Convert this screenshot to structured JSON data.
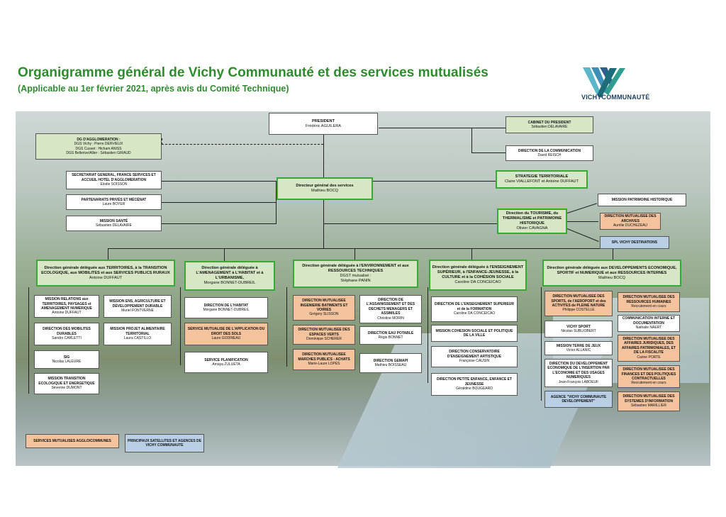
{
  "header": {
    "title": "Organigramme général de Vichy Communauté et des services mutualisés",
    "subtitle": "(Applicable au 1er février 2021, après avis du Comité Technique)",
    "logo_text": "VICHYCOMMUNAUTÉ"
  },
  "top": {
    "president": {
      "title": "PRESIDENT",
      "name": "Frédéric AGUILERA"
    },
    "cabinet": {
      "title": "CABINET DU PRESIDENT",
      "name": "Sébastien DELAVAIRE"
    },
    "communication": {
      "title": "DIRECTION DE LA COMMUNICATION",
      "name": "David REISCH"
    },
    "dg": {
      "title": "DG D'AGGLOMERATION :",
      "l1": "DGS Vichy : Pierre DERVIEUX",
      "l2": "DGS Cusset : Hicham ANISS",
      "l3": "DGS Bellerive/Allier : Sébastien GIRAUD"
    },
    "secretariat": {
      "title": "SECRETARIAT GENERAL, FRANCE SERVICES ET ACCUEIL HOTEL D'AGGLOMERATION",
      "name": "Elodie SOISSON"
    },
    "partenariats": {
      "title": "PARTENARIATS PRIVÉS ET MÉCÉNAT",
      "name": "Laure BOYER"
    },
    "sante": {
      "title": "MISSION SANTÉ",
      "name": "Sébastien DELAVAIRE"
    },
    "dgs": {
      "title": "Directeur général des services",
      "name": "Mathieu BOCQ"
    },
    "strategie": {
      "title": "STRATEGIE TERRITORIALE",
      "name": "Claire VIALLEFONT et Antoine DUFFAUT"
    },
    "patrimoine": {
      "title": "MISSION PATRIMOINE HISTORIQUE"
    },
    "tourisme": {
      "title": "Direction du TOURISME, du THERMALISME et PATRIMOINE HISTORIQUE",
      "name": "Olivier CAVAGNA"
    },
    "archives": {
      "title": "DIRECTION MUTUALISEE DES ARCHIVES",
      "name": "Aurélie DUCHEZEAU"
    },
    "spl": {
      "title": "SPL VICHY DESTINATIONS"
    }
  },
  "dga": [
    {
      "title": "Direction générale déléguée aux TERRITOIRES, à la TRANSITION ECOLOGIQUE, aux MOBILITES et aux SERVICES PUBLICS RURAUX",
      "name": "Antoine DUFFAUT"
    },
    {
      "title": "Direction générale déléguée à L'AMENAGEMENT à L'HABITAT et à L'URBANISME,",
      "name": "Morgane BONNET-DUBREIL"
    },
    {
      "title": "Direction générale déléguée à l'ENVIRONNEMENT et aux RESSOURCES TECHNIQUES",
      "sub": "DGST mutualisé :",
      "name": "Stéphane PANIN"
    },
    {
      "title": "Direction générale déléguée à l'ENSEIGNEMENT SUPÉRIEUR, à l'ENFANCE-JEUNESSE, à la CULTURE et à la COHÉSION SOCIALE",
      "name": "Caroline DA CONCEICAO"
    },
    {
      "title": "Direction générale déléguée aux DEVELOPPEMENTS ECONOMIQUE, SPORTIF et NUMERIQUE et aux RESSOURCES INTERNES",
      "name": "Mathieu BOCQ"
    }
  ],
  "col1": {
    "relations": {
      "title": "MISSION RELATIONS aux TERRITOIRES, PAYSAGES et AMENAGEMENT NUMERIQUE",
      "name": "Antoine DUFFAUT"
    },
    "ens": {
      "title": "MISSION ENS, AGRICULTURE ET DÉVELOPPEMENT DURABLE",
      "name": "Muriel FONTVERNE"
    },
    "mobilites": {
      "title": "DIRECTION DES MOBILITES DURABLES",
      "name": "Sandro CARLETTI"
    },
    "alimentaire": {
      "title": "MISSION PROJET ALIMENTAIRE TERRITORIAL",
      "name": "Laura CASTILLO"
    },
    "sig": {
      "title": "SIG",
      "name": "Nicolas LALEURE"
    },
    "transition": {
      "title": "MISSION TRANSITION ECOLOGIQUE ET ENERGETIQUE",
      "name": "Séverine DUMONT"
    }
  },
  "col2": {
    "habitat": {
      "title": "DIRECTION DE L'HABITAT",
      "name": "Morgane BONNET-DUBREIL"
    },
    "sols": {
      "title": "SERVICE MUTUALISE DE L'APPLICATION DU DROIT DES SOLS",
      "name": "Laure GODINEAU"
    },
    "planification": {
      "title": "SERVICE PLANIFICATION",
      "name": "Amaya ZULUETA"
    }
  },
  "col3": {
    "ingenierie": {
      "title": "DIRECTION MUTUALISEE INGENIERIE BATIMENTS ET VOIRIES",
      "name": "Grégory SLISSON"
    },
    "assainissement": {
      "title": "DIRECTION DE L'ASSAINISSEMENT ET DES DECHETS MENAGERS ET ASSIMILES",
      "name": "Christine MORIN"
    },
    "espaces": {
      "title": "DIRECTION MUTUALISEE DES ESPACES VERTS",
      "name": "Dominique SCHERER"
    },
    "eau": {
      "title": "DIRECTION EAU POTABLE",
      "name": "Régis BONNET"
    },
    "marches": {
      "title": "DIRECTION MUTUALISEE MARCHES PUBLICS - ACHATS",
      "name": "Marie-Laure LOPES"
    },
    "gemapi": {
      "title": "DIRECTION GEMAPI",
      "name": "Mathieu BOISSEAU"
    }
  },
  "col4": {
    "enseignement": {
      "title": "DIRECTION DE L'ENSEIGNEMENT SUPERIEUR et de la FORMATION",
      "name": "Caroline DA CONCEICAO"
    },
    "cohesion": {
      "title": "MISSION COHESION SOCIALE ET POLITIQUE DE LA VILLE"
    },
    "conservatoire": {
      "title": "DIRECTION CONSERVATOIRE D'ENSEIGNEMENT ARTISTIQUE",
      "name": "Françoise CAUSIN"
    },
    "enfance": {
      "title": "DIRECTION PETITE ENFANCE, ENFANCE ET JEUNESSE",
      "name": "Géraldine BOUGEARD"
    }
  },
  "col5": {
    "sports": {
      "title": "DIRECTION MUTUALISEE DES SPORTS, de l'AEROPORT et des ACTIVITES de PLEINE NATURE",
      "name": "Philippe COSTELLE"
    },
    "vichysport": {
      "title": "VICHY SPORT",
      "name": "Nicolas SUBLIOBERT"
    },
    "terre": {
      "title": "MISSION TERRE DE JEUX",
      "name": "Victor ALLANIC"
    },
    "eco": {
      "title": "DIRECTION DU DEVELOPPEMENT ECONOMIQUE DE L'INSERTION PAR L'ECONOMIE ET DES USAGES NUMERIQUES",
      "name": "Jean-François LABOEUF"
    },
    "agence": {
      "title": "AGENCE \"VICHY COMMUNAUTE DEVELOPPEMENT\""
    },
    "rh": {
      "title": "DIRECTION MUTUALISEE DES RESSOURCES HUMAINES",
      "name": "Recrutement en cours"
    },
    "comm": {
      "title": "COMMUNICATION INTERNE ET DOCUMENTATION",
      "name": "Nathalie NAERT"
    },
    "juridique": {
      "title": "DIRECTION MUTUALISEE DES AFFAIRES JURIDIQUES, DES AFFAIRES PATRIMONIALES, ET DE LA FISCALITE",
      "name": "Carine PORTE"
    },
    "finances": {
      "title": "DIRECTION MUTUALISEE DES FINANCES ET DES POLITIQUES CONTRACTUELLES",
      "name": "Recrutement en cours"
    },
    "si": {
      "title": "DIRECTION MUTUALISEE DES SYSTEMES D'INFORMATION",
      "name": "Sébastien MARILLIER"
    }
  },
  "legend": {
    "mutualises": "SERVICES MUTUALISES AGGLO/COMMUNES",
    "satellites": "PRINCIPAUX SATELLITES ET AGENCES DE VICHY COMMUNAUTE"
  }
}
